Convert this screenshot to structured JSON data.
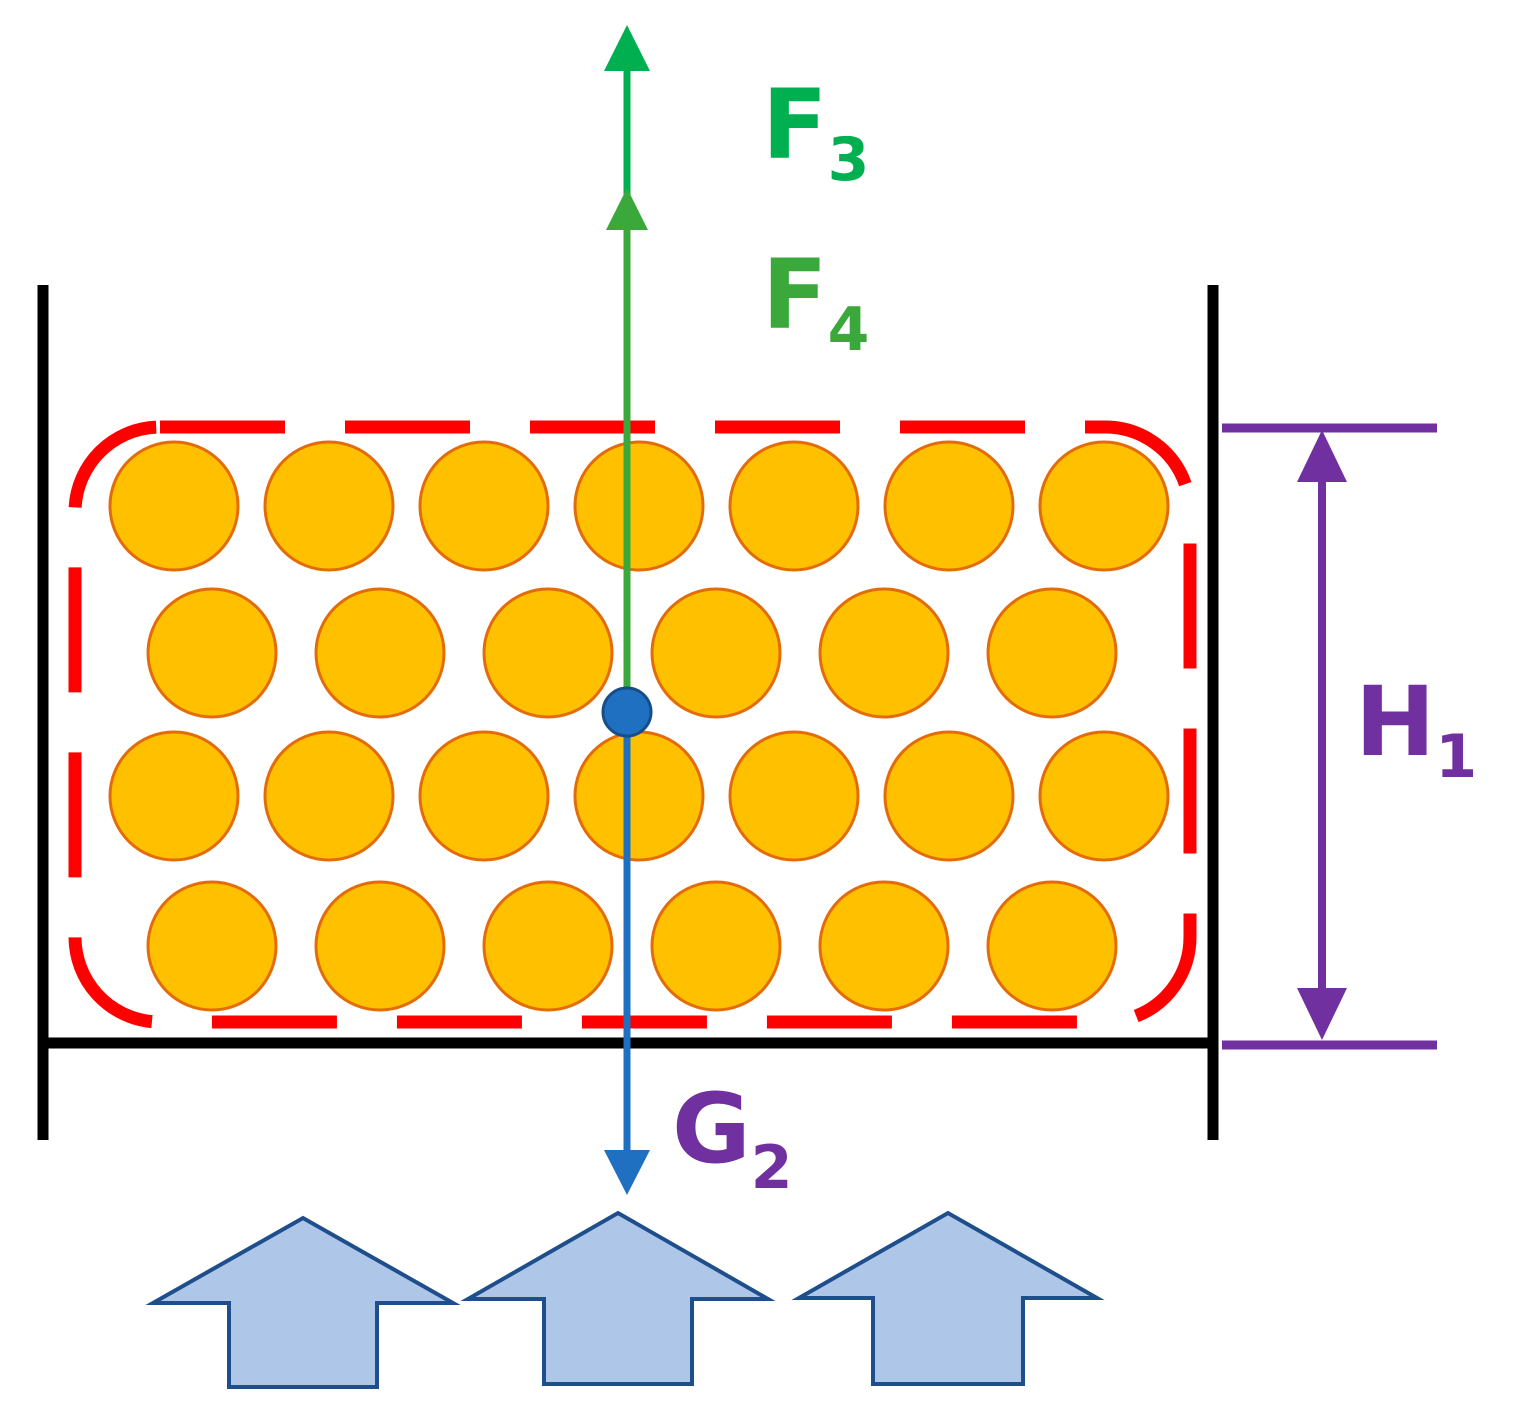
{
  "labels": {
    "f3": {
      "main": "F",
      "sub": "3"
    },
    "f4": {
      "main": "F",
      "sub": "4"
    },
    "g2": {
      "main": "G",
      "sub": "2"
    },
    "h1": {
      "main": "H",
      "sub": "1"
    }
  },
  "particles": {
    "rows": [
      7,
      6,
      7,
      6
    ],
    "fill": "#ffc000",
    "stroke": "#e36c09"
  },
  "colors": {
    "container": "#000000",
    "boundary": "#ff0000",
    "force_f3": "#00b050",
    "force_f4": "#3aa83a",
    "force_g2": "#1f70c1",
    "height": "#7030a0",
    "airflow_fill": "#aec6e8",
    "airflow_stroke": "#1f4e8c"
  },
  "icons": {
    "airflow": "up-arrow-icon",
    "center_of_mass": "dot-icon"
  }
}
